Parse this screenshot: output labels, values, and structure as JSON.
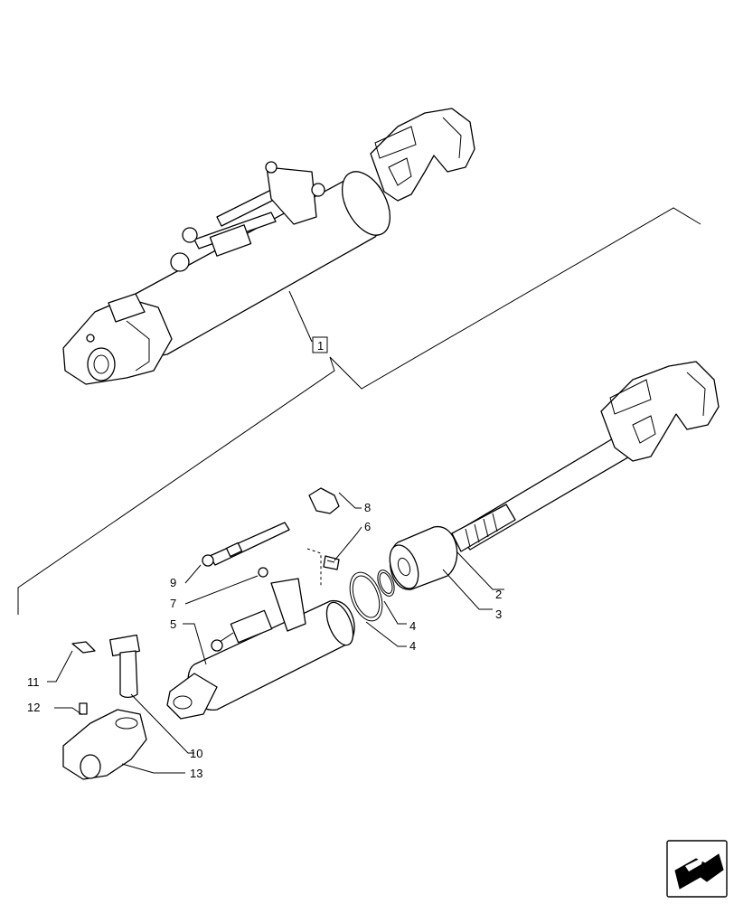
{
  "reference_box": "1",
  "callouts": {
    "c2": "2",
    "c3": "3",
    "c4a": "4",
    "c4b": "4",
    "c5": "5",
    "c6": "6",
    "c7": "7",
    "c8": "8",
    "c9": "9",
    "c10": "10",
    "c11": "11",
    "c12": "12",
    "c13": "13"
  },
  "icons": {
    "navigation": "next-page-arrow-icon"
  }
}
